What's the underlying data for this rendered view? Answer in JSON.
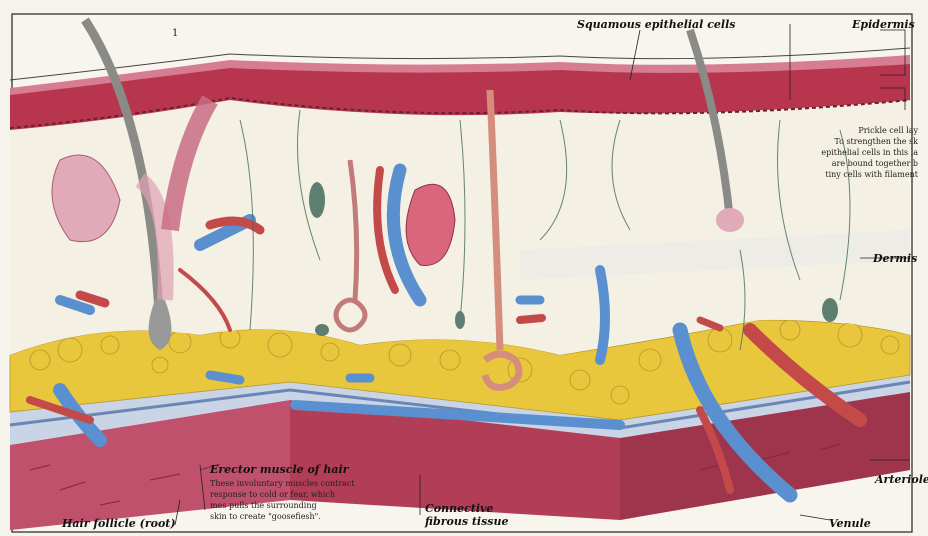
{
  "labels": {
    "squamous": "Squamous epithelial cells",
    "epidermis": "Epidermis",
    "dermis": "Dermis",
    "arteriole": "Arteriole",
    "venule": "Venule",
    "hair_follicle": "Hair follicle (root)",
    "connective_line1": "Connective",
    "connective_line2": "fibrous tissue",
    "erector_title": "Erector muscle of hair"
  },
  "erector_desc": [
    "These involuntary muscles contract",
    "response to cold or fear, which",
    "mes pulls the surrounding",
    "skin to create \"goosefiesh\"."
  ],
  "prickle_desc": [
    "Prickle cell lay",
    "To strengthen the sk",
    "epithelial cells in this la",
    "are bound together b",
    "tiny cells with filament"
  ],
  "page_number": "1",
  "colors": {
    "epidermis": "#b7364e",
    "dermis": "#f5f1e6",
    "fat": "#e6c53c",
    "artery": "#c44a4a",
    "vein": "#5a8fd0",
    "muscle": "#a93a4e"
  }
}
